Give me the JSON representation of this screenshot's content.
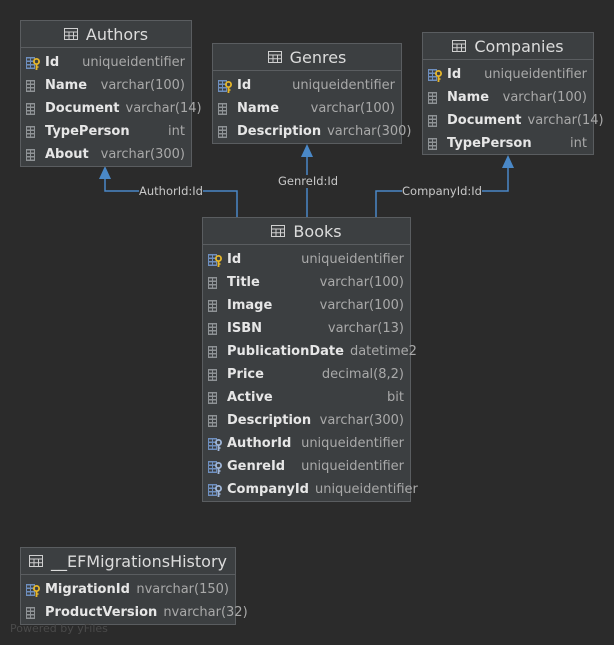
{
  "tables": {
    "authors": {
      "title": "Authors",
      "columns": [
        {
          "name": "Id",
          "type": "uniqueidentifier",
          "kind": "pk"
        },
        {
          "name": "Name",
          "type": "varchar(100)",
          "kind": "col"
        },
        {
          "name": "Document",
          "type": "varchar(14)",
          "kind": "col"
        },
        {
          "name": "TypePerson",
          "type": "int",
          "kind": "col"
        },
        {
          "name": "About",
          "type": "varchar(300)",
          "kind": "col"
        }
      ]
    },
    "genres": {
      "title": "Genres",
      "columns": [
        {
          "name": "Id",
          "type": "uniqueidentifier",
          "kind": "pk"
        },
        {
          "name": "Name",
          "type": "varchar(100)",
          "kind": "col"
        },
        {
          "name": "Description",
          "type": "varchar(300)",
          "kind": "col"
        }
      ]
    },
    "companies": {
      "title": "Companies",
      "columns": [
        {
          "name": "Id",
          "type": "uniqueidentifier",
          "kind": "pk"
        },
        {
          "name": "Name",
          "type": "varchar(100)",
          "kind": "col"
        },
        {
          "name": "Document",
          "type": "varchar(14)",
          "kind": "col"
        },
        {
          "name": "TypePerson",
          "type": "int",
          "kind": "col"
        }
      ]
    },
    "books": {
      "title": "Books",
      "columns": [
        {
          "name": "Id",
          "type": "uniqueidentifier",
          "kind": "pk"
        },
        {
          "name": "Title",
          "type": "varchar(100)",
          "kind": "col"
        },
        {
          "name": "Image",
          "type": "varchar(100)",
          "kind": "col"
        },
        {
          "name": "ISBN",
          "type": "varchar(13)",
          "kind": "col"
        },
        {
          "name": "PublicationDate",
          "type": "datetime2",
          "kind": "col"
        },
        {
          "name": "Price",
          "type": "decimal(8,2)",
          "kind": "col"
        },
        {
          "name": "Active",
          "type": "bit",
          "kind": "col"
        },
        {
          "name": "Description",
          "type": "varchar(300)",
          "kind": "col"
        },
        {
          "name": "AuthorId",
          "type": "uniqueidentifier",
          "kind": "fk"
        },
        {
          "name": "GenreId",
          "type": "uniqueidentifier",
          "kind": "fk"
        },
        {
          "name": "CompanyId",
          "type": "uniqueidentifier",
          "kind": "fk"
        }
      ]
    },
    "migrations": {
      "title": "__EFMigrationsHistory",
      "columns": [
        {
          "name": "MigrationId",
          "type": "nvarchar(150)",
          "kind": "pk"
        },
        {
          "name": "ProductVersion",
          "type": "nvarchar(32)",
          "kind": "col"
        }
      ]
    }
  },
  "relations": {
    "author": "AuthorId:Id",
    "genre": "GenreId:Id",
    "company": "CompanyId:Id"
  },
  "colors": {
    "background": "#2b2b2b",
    "table_fill": "#3c3f41",
    "relation_line": "#4a88c7",
    "pk_key": "#e5b62a"
  },
  "watermark": "Powered by yFiles"
}
